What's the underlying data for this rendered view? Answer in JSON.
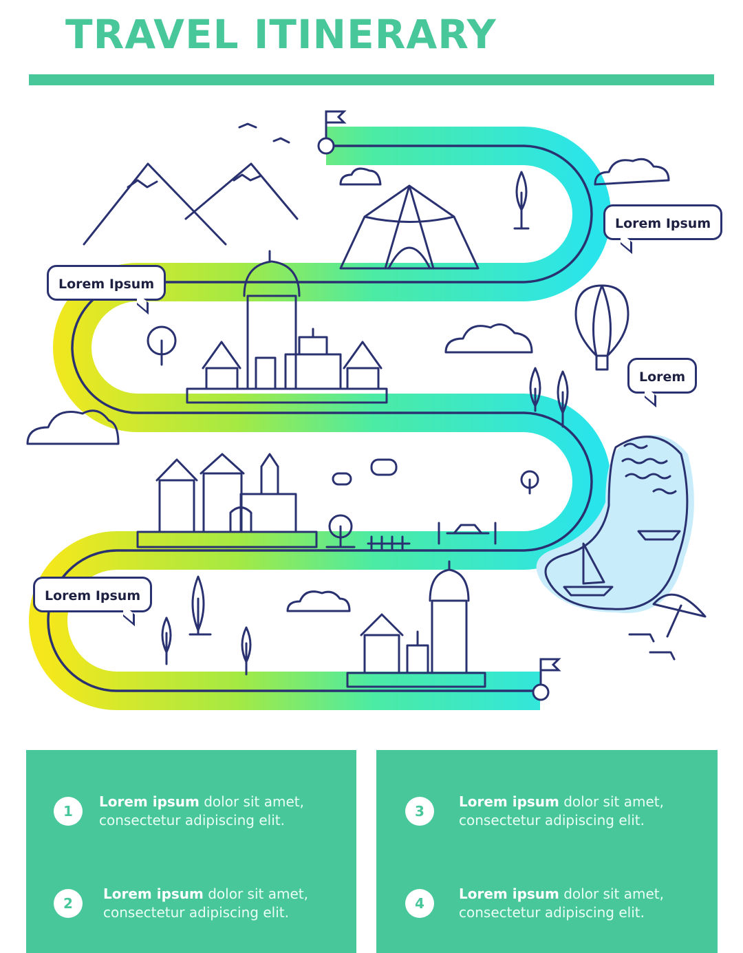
{
  "header": {
    "title": "TRAVEL ITINERARY"
  },
  "colors": {
    "accent": "#48c79b",
    "line": "#2a3170",
    "road_start": "#f4e610",
    "road_mid": "#42eaa0",
    "road_end": "#1fe3ea",
    "lake": "#c9ecfb"
  },
  "map": {
    "bubbles": [
      "Lorem Ipsum",
      "Lorem Ipsum",
      "Lorem",
      "Lorem Ipsum"
    ]
  },
  "steps": [
    {
      "number": "1",
      "bold": "Lorem ipsum",
      "text": " dolor sit amet,",
      "line2": "consectetur adipiscing elit."
    },
    {
      "number": "2",
      "bold": "Lorem ipsum",
      "text": " dolor sit amet,",
      "line2": "consectetur adipiscing elit."
    },
    {
      "number": "3",
      "bold": "Lorem ipsum",
      "text": " dolor sit amet,",
      "line2": "consectetur adipiscing elit."
    },
    {
      "number": "4",
      "bold": "Lorem ipsum",
      "text": " dolor sit amet,",
      "line2": "consectetur adipiscing elit."
    }
  ]
}
